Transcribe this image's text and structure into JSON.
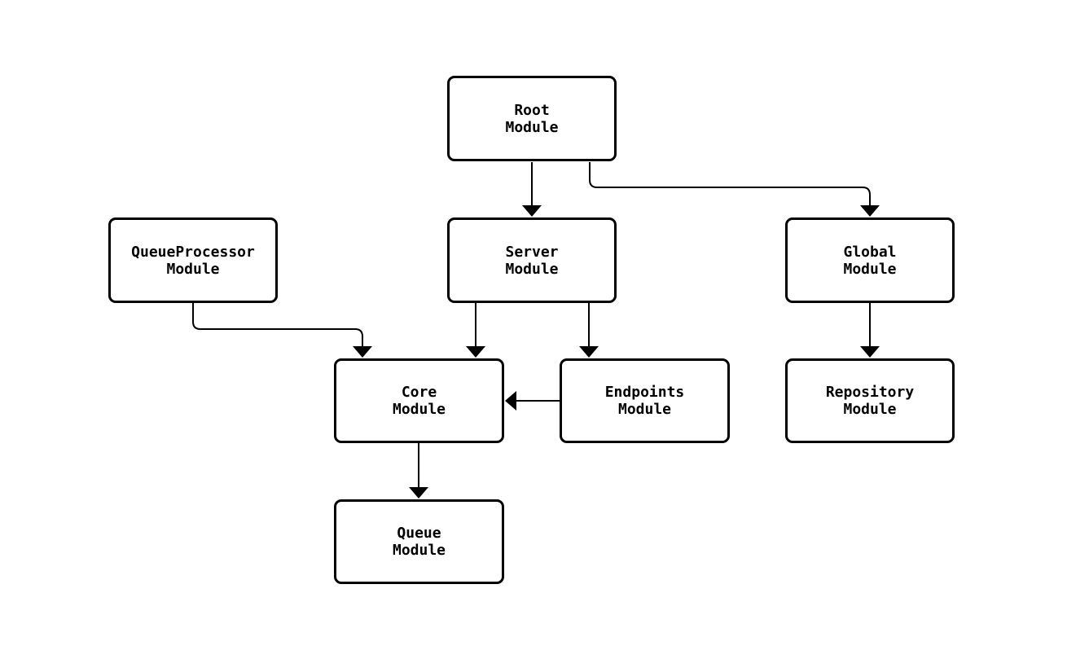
{
  "diagram": {
    "type": "flowchart",
    "nodes": {
      "root": {
        "line1": "Root",
        "line2": "Module"
      },
      "server": {
        "line1": "Server",
        "line2": "Module"
      },
      "queue_processor": {
        "line1": "QueueProcessor",
        "line2": "Module"
      },
      "global": {
        "line1": "Global",
        "line2": "Module"
      },
      "core": {
        "line1": "Core",
        "line2": "Module"
      },
      "endpoints": {
        "line1": "Endpoints",
        "line2": "Module"
      },
      "repository": {
        "line1": "Repository",
        "line2": "Module"
      },
      "queue": {
        "line1": "Queue",
        "line2": "Module"
      }
    },
    "edges": [
      {
        "from": "Root Module",
        "to": "Server Module"
      },
      {
        "from": "Root Module",
        "to": "Global Module"
      },
      {
        "from": "QueueProcessor Module",
        "to": "Core Module"
      },
      {
        "from": "Server Module",
        "to": "Core Module"
      },
      {
        "from": "Server Module",
        "to": "Endpoints Module"
      },
      {
        "from": "Endpoints Module",
        "to": "Core Module"
      },
      {
        "from": "Global Module",
        "to": "Repository Module"
      },
      {
        "from": "Core Module",
        "to": "Queue Module"
      }
    ],
    "colors": {
      "background": "#ffffff",
      "node_fill": "#ffffff",
      "stroke": "#000000",
      "text": "#000000"
    }
  }
}
